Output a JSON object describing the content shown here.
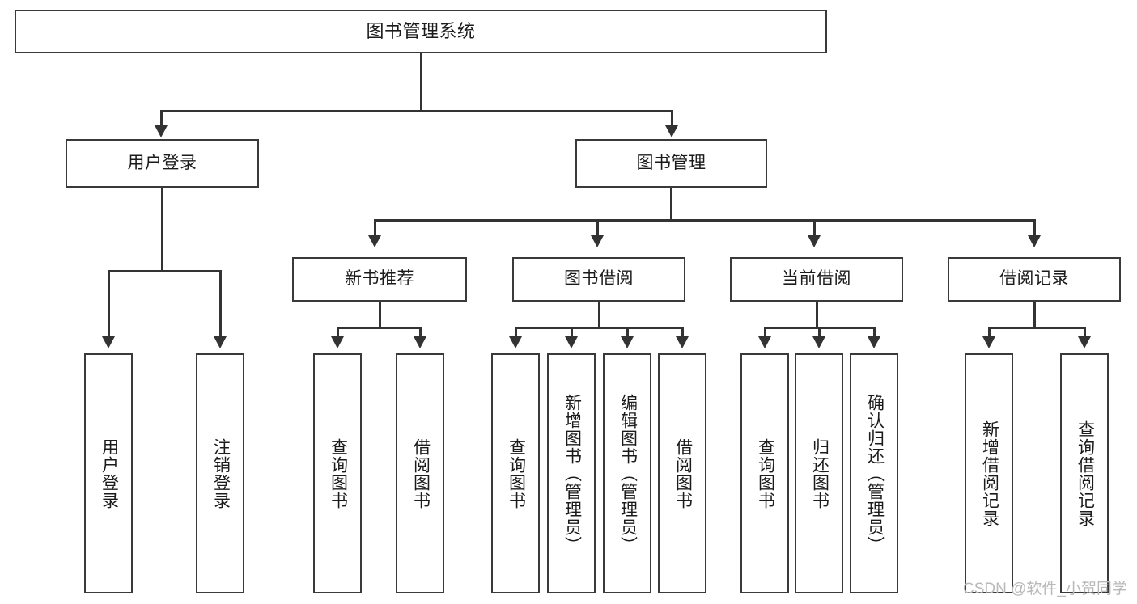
{
  "diagram": {
    "title": "图书管理系统",
    "type": "tree",
    "root": {
      "label": "图书管理系统"
    },
    "level1": [
      {
        "label": "用户登录"
      },
      {
        "label": "图书管理"
      }
    ],
    "level2": [
      {
        "label": "新书推荐"
      },
      {
        "label": "图书借阅"
      },
      {
        "label": "当前借阅"
      },
      {
        "label": "借阅记录"
      }
    ],
    "leaves": {
      "user_login": [
        {
          "label": "用户登录"
        },
        {
          "label": "注销登录"
        }
      ],
      "new_book_recommend": [
        {
          "label": "查询图书"
        },
        {
          "label": "借阅图书"
        }
      ],
      "book_borrow": [
        {
          "label": "查询图书"
        },
        {
          "label": "新增图书（管理员）"
        },
        {
          "label": "编辑图书（管理员）"
        },
        {
          "label": "借阅图书"
        }
      ],
      "current_borrow": [
        {
          "label": "查询图书"
        },
        {
          "label": "归还图书"
        },
        {
          "label": "确认归还（管理员）"
        }
      ],
      "borrow_record": [
        {
          "label": "新增借阅记录"
        },
        {
          "label": "查询借阅记录"
        }
      ]
    }
  },
  "watermark": {
    "text": "CSDN @软件_小贺同学"
  },
  "colors": {
    "stroke": "#333333",
    "box_border": "#3a3a3a",
    "background": "#ffffff",
    "text": "#1b1b1b",
    "watermark": "#b9b9b9"
  }
}
